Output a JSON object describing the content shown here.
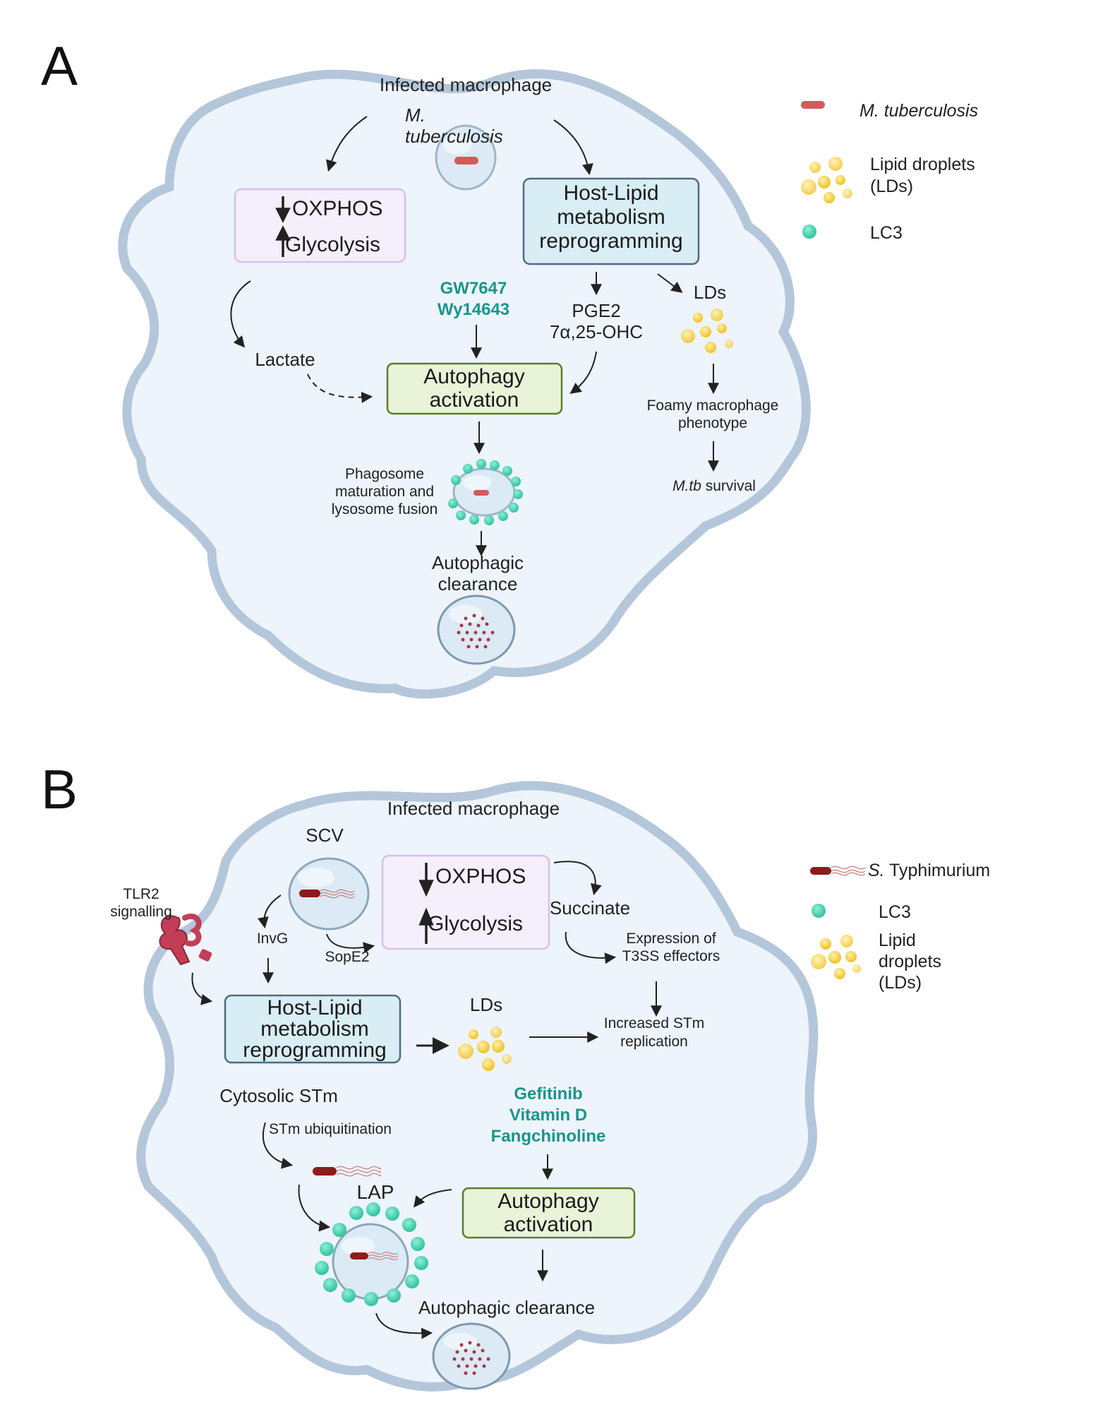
{
  "panel_a": {
    "letter": "A",
    "cell_title": "Infected macrophage",
    "pathogen_label": [
      "M.",
      "tuberculosis"
    ],
    "metabolism": {
      "oxphos": "OXPHOS",
      "glycolysis": "Glycolysis"
    },
    "lipid_box": [
      "Host-Lipid",
      "metabolism",
      "reprogramming"
    ],
    "drugs": [
      "GW7647",
      "Wy14643"
    ],
    "lactate": "Lactate",
    "mediators": [
      "PGE2",
      "7α,25-OHC"
    ],
    "lds": "LDs",
    "autophagy_box": [
      "Autophagy",
      "activation"
    ],
    "foamy": [
      "Foamy macrophage",
      "phenotype"
    ],
    "survival": {
      "organism": "M.tb",
      "rest": " survival"
    },
    "phagosome": [
      "Phagosome",
      "maturation and",
      "lysosome fusion"
    ],
    "clearance": [
      "Autophagic",
      "clearance"
    ]
  },
  "legend_a": {
    "mtb": "M. tuberculosis",
    "lds": [
      "Lipid droplets",
      "(LDs)"
    ],
    "lc3": "LC3"
  },
  "panel_b": {
    "letter": "B",
    "cell_title": "Infected macrophage",
    "scv": "SCV",
    "tlr2": [
      "TLR2",
      "signalling"
    ],
    "invg": "InvG",
    "sope2": "SopE2",
    "metabolism": {
      "oxphos": "OXPHOS",
      "glycolysis": "Glycolysis"
    },
    "succinate": "Succinate",
    "t3ss": [
      "Expression of",
      "T3SS effectors"
    ],
    "lipid_box": [
      "Host-Lipid",
      "metabolism",
      "reprogramming"
    ],
    "lds": "LDs",
    "replication": [
      "Increased STm",
      "replication"
    ],
    "cytosolic": "Cytosolic STm",
    "ubiquitination": "STm ubiquitination",
    "drugs": [
      "Gefitinib",
      "Vitamin D",
      "Fangchinoline"
    ],
    "lap": "LAP",
    "autophagy_box": [
      "Autophagy",
      "activation"
    ],
    "clearance": "Autophagic clearance"
  },
  "legend_b": {
    "stm": {
      "organism": "S.",
      "rest": " Typhimurium"
    },
    "lc3": "LC3",
    "lds": [
      "Lipid",
      "droplets",
      "(LDs)"
    ]
  },
  "colors": {
    "cell_fill": "#eef4fb",
    "cell_border": "#b4c6da",
    "lc3": "#4fd2b4",
    "lipid": "#f5cf3c",
    "drug_text": "#18968b",
    "metabolism_box": "#f5effc",
    "lipid_box": "#d8edf4",
    "autophagy_box": "#e9f3d8",
    "mtb": "#d65a5a",
    "stm": "#8e1b1b"
  }
}
